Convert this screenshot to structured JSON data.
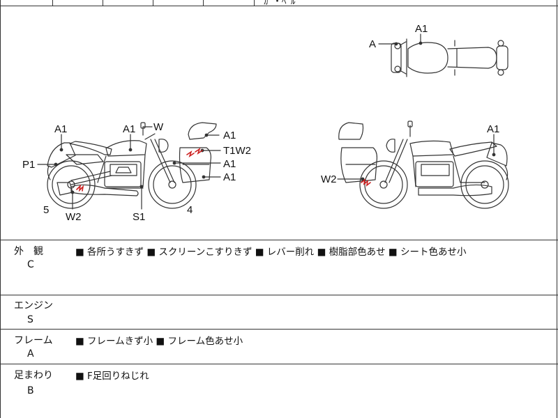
{
  "header_fragment": "ｶﾞ・ﾍﾞﾙ",
  "diagram": {
    "top_view": {
      "label_a": "A",
      "label_a1": "A1"
    },
    "left_view": {
      "labels": {
        "a1_rear": "A1",
        "a1_tank": "A1",
        "w_mirror": "W",
        "a1_screen": "A1",
        "t1w2": "T1W2",
        "a1_mid": "A1",
        "a1_low": "A1",
        "p1": "P1",
        "w2": "W2",
        "s1": "S1",
        "num_5": "5",
        "num_4": "4"
      }
    },
    "right_view": {
      "labels": {
        "a1": "A1",
        "w2": "W2"
      }
    }
  },
  "rows": [
    {
      "title": "外　観",
      "grade": "C",
      "notes": "■ 各所うすきず ■ スクリーンこすりきず ■ レバー削れ ■ 樹脂部色あせ ■ シート色あせ小"
    },
    {
      "title": "エンジン",
      "grade": "S",
      "notes": ""
    },
    {
      "title": "フレーム",
      "grade": "A",
      "notes": "■ フレームきず小 ■ フレーム色あせ小"
    },
    {
      "title": "足まわり",
      "grade": "B",
      "notes": "■ F足回りねじれ"
    }
  ],
  "colors": {
    "line": "#333333",
    "damage": "#cc1f1f"
  }
}
